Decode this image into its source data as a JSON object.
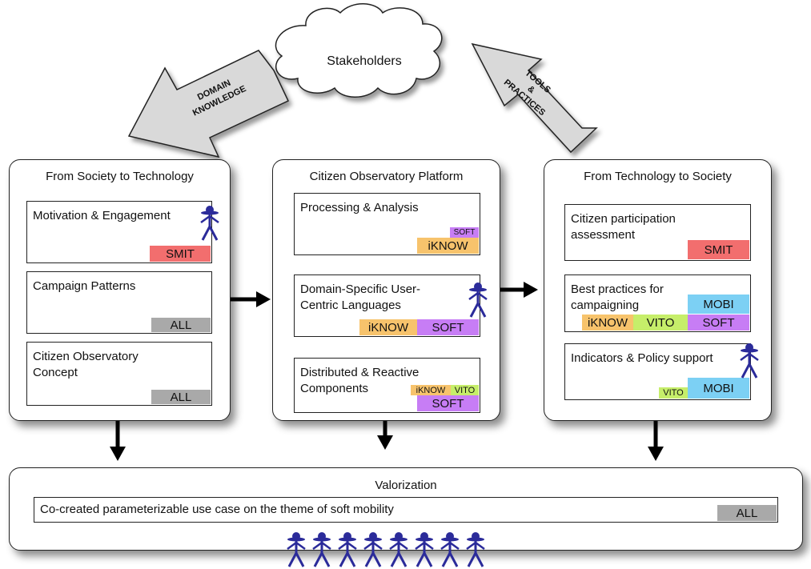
{
  "colors": {
    "SMIT": "#f26e6e",
    "ALL": "#a9a9a9",
    "SOFT": "#c77df5",
    "iKNOW": "#f7c36c",
    "VITO": "#c6ee6a",
    "MOBI": "#7cd0f4",
    "arrow_fill": "#d9d9d9"
  },
  "cloud": {
    "label": "Stakeholders"
  },
  "arrows": {
    "domain_knowledge": [
      "DOMAIN",
      "KNOWLEDGE"
    ],
    "tools_practices": [
      "TOOLS",
      "&",
      "PRACTICES"
    ]
  },
  "left": {
    "title": "From Society to Technology",
    "boxes": [
      {
        "label": "Motivation & Engagement",
        "tags": [
          "SMIT"
        ]
      },
      {
        "label": "Campaign Patterns",
        "tags": [
          "ALL"
        ]
      },
      {
        "label": "Citizen Observatory\nConcept",
        "tags": [
          "ALL"
        ]
      }
    ]
  },
  "middle": {
    "title": "Citizen Observatory Platform",
    "boxes": [
      {
        "label": "Processing & Analysis",
        "tags": [
          "SOFT",
          "iKNOW"
        ]
      },
      {
        "label": "Domain-Specific User-\nCentric Languages",
        "tags": [
          "iKNOW",
          "SOFT"
        ]
      },
      {
        "label": "Distributed & Reactive\nComponents",
        "tags": [
          "iKNOW",
          "VITO",
          "SOFT"
        ]
      }
    ]
  },
  "right": {
    "title": "From Technology to Society",
    "boxes": [
      {
        "label": "Citizen participation\nassessment",
        "tags": [
          "SMIT"
        ]
      },
      {
        "label": "Best practices for\ncampaigning",
        "tags": [
          "MOBI",
          "iKNOW",
          "VITO",
          "SOFT"
        ]
      },
      {
        "label": "Indicators & Policy support",
        "tags": [
          "VITO",
          "MOBI"
        ]
      }
    ]
  },
  "bottom": {
    "title": "Valorization",
    "box": {
      "label": "Co-created parameterizable use case on the theme of soft mobility",
      "tags": [
        "ALL"
      ]
    }
  }
}
